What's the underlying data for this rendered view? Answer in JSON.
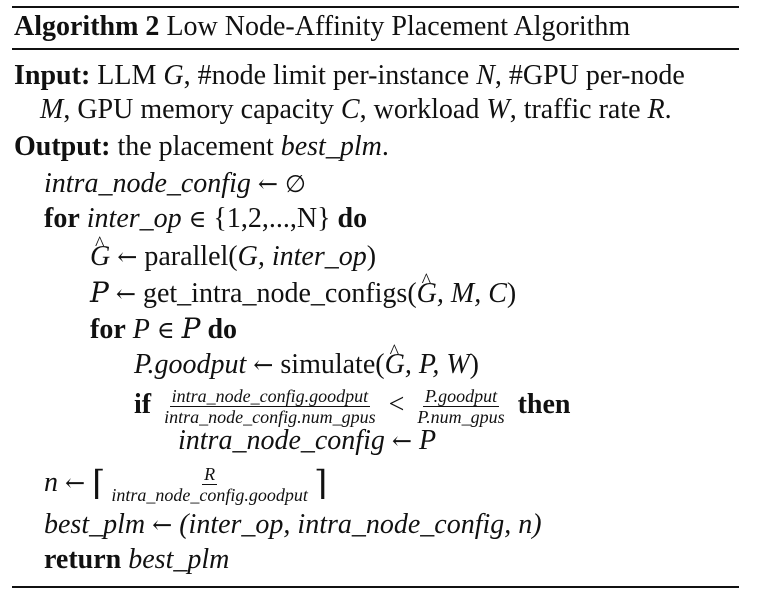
{
  "algorithm": {
    "label": "Algorithm 2",
    "title": "Low Node-Affinity Placement Algorithm"
  },
  "input": {
    "keyword": "Input:",
    "line1_a": "LLM ",
    "var_G": "G",
    "line1_b": ", #node limit per-instance ",
    "var_N": "N",
    "line1_c": ", #GPU per-node",
    "var_M": "M",
    "line2_a": ", GPU memory capacity ",
    "var_C": "C",
    "line2_b": ", workload ",
    "var_W": "W",
    "line2_c": ", traffic rate ",
    "var_R": "R",
    "line2_d": "."
  },
  "output": {
    "keyword": "Output:",
    "text": "the placement ",
    "var": "best_plm",
    "end": "."
  },
  "lines": {
    "l1_var": "intra_node_config",
    "arrow": "←",
    "empty": "∅",
    "for_kw": "for",
    "l2_var": "inter_op",
    "in": "∈",
    "l2_set": "{1,2,...,N}",
    "do_kw": "do",
    "G": "G",
    "parallel": "parallel(",
    "parallel_args": "G, inter_op",
    "close": ")",
    "calP": "P",
    "get_configs": "get_intra_node_configs(",
    "get_args_tail": ", M, C",
    "P": "P",
    "goodput_lhs": "P.goodput",
    "simulate": "simulate(",
    "simulate_tail": ", P, W",
    "if_kw": "if",
    "frac1_num": "intra_node_config.goodput",
    "frac1_den": "intra_node_config.num_gpus",
    "lt": "<",
    "frac2_num": "P.goodput",
    "frac2_den": "P.num_gpus",
    "then_kw": "then",
    "assign_var": "intra_node_config",
    "assign_val": "P",
    "n": "n",
    "ceil_l": "⌈",
    "ceil_r": "⌉",
    "frac3_num": "R",
    "frac3_den": "intra_node_config.goodput",
    "best_plm": "best_plm",
    "tuple": "(inter_op, intra_node_config, n)",
    "return_kw": "return",
    "return_val": "best_plm"
  }
}
